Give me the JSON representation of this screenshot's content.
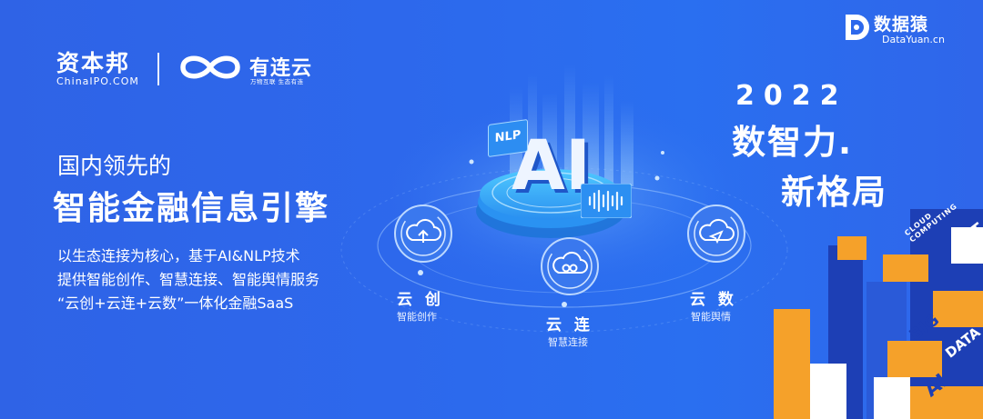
{
  "header": {
    "logo_cn": "资本邦",
    "logo_sub": "ChinaIPO.COM",
    "yl_name": "有连云",
    "yl_sub": "万物互联 生态有连"
  },
  "brand": {
    "name": "数据猿",
    "url": "DataYuan.cn"
  },
  "event": {
    "year": "2022",
    "line1": "数智力.",
    "line2": "新格局"
  },
  "intro": {
    "subtitle": "国内领先的",
    "headline": "智能金融信息引擎",
    "desc": [
      "以生态连接为核心，基于AI&NLP技术",
      "提供智能创作、智慧连接、智能舆情服务",
      "“云创+云连+云数”一体化金融SaaS"
    ]
  },
  "platform": {
    "ai_label": "AI",
    "nlp_label": "NLP",
    "nodes": [
      {
        "title": "云 创",
        "sub": "智能创作",
        "icon": "cloud-upload-icon"
      },
      {
        "title": "云 连",
        "sub": "智慧连接",
        "icon": "cloud-link-icon"
      },
      {
        "title": "云 数",
        "sub": "智能舆情",
        "icon": "cloud-send-icon"
      }
    ]
  },
  "deco": {
    "tags": [
      "CLOUD COMPUTING",
      "IOT",
      "BIG",
      "DATA",
      "AI"
    ]
  },
  "colors": {
    "background": "#2d68ec",
    "orange": "#f5a12a",
    "navy": "#1c3fb8",
    "white": "#ffffff"
  }
}
